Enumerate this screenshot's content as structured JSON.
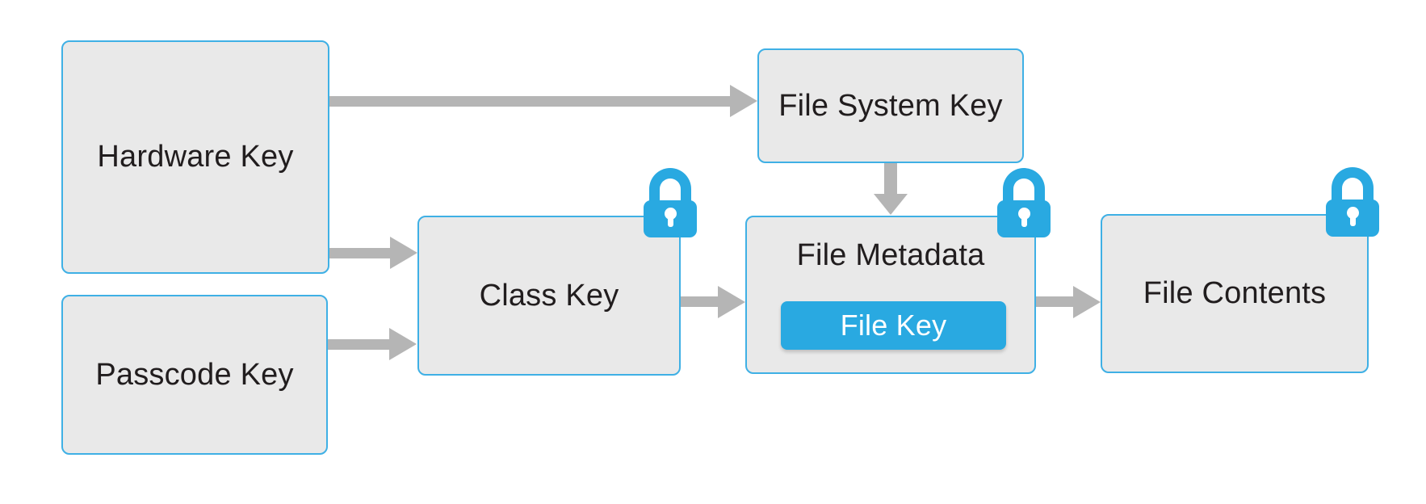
{
  "nodes": {
    "hardware_key": {
      "label": "Hardware Key",
      "locked": false
    },
    "passcode_key": {
      "label": "Passcode Key",
      "locked": false
    },
    "class_key": {
      "label": "Class Key",
      "locked": true
    },
    "file_system_key": {
      "label": "File System Key",
      "locked": false
    },
    "file_metadata": {
      "label": "File Metadata",
      "locked": true
    },
    "file_key": {
      "label": "File Key"
    },
    "file_contents": {
      "label": "File Contents",
      "locked": true
    }
  },
  "edges": [
    {
      "from": "Hardware Key",
      "to": "File System Key",
      "type": "arrow"
    },
    {
      "from": "Hardware Key",
      "to": "Class Key",
      "type": "arrow"
    },
    {
      "from": "Passcode Key",
      "to": "Class Key",
      "type": "arrow"
    },
    {
      "from": "File System Key",
      "to": "File Metadata",
      "type": "arrow"
    },
    {
      "from": "Class Key",
      "to": "File Metadata",
      "type": "arrow"
    },
    {
      "from": "File Metadata",
      "to": "File Contents",
      "type": "arrow"
    }
  ],
  "icons": {
    "lock": "closed-padlock"
  },
  "colors": {
    "background": "#FFFFFF",
    "node_fill": "#E9E9E9",
    "node_border": "#3FB0E5",
    "accent": "#29A9E1",
    "file_key_text": "#FFFFFF",
    "arrow": "#B5B5B5",
    "label_text": "#211D1E"
  }
}
